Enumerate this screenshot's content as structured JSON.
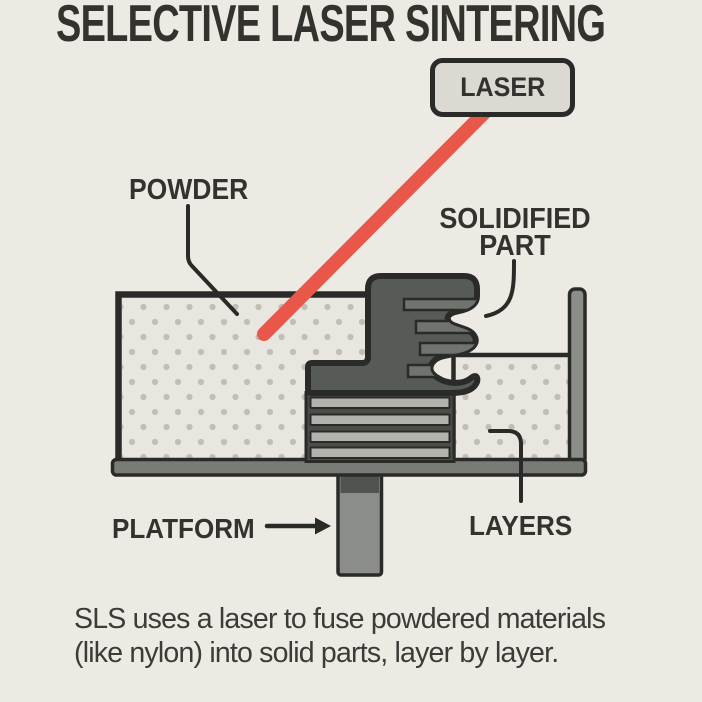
{
  "title": "SELECTIVE LASER SINTERING",
  "labels": {
    "laser": "LASER",
    "powder": "POWDER",
    "solidified_line1": "SOLIDIFIED",
    "solidified_line2": "PART",
    "layers": "LAYERS",
    "platform": "PLATFORM"
  },
  "caption": {
    "line1": "SLS uses a laser to fuse powdered materials",
    "line2": "(like nylon) into solid parts, layer by layer."
  },
  "colors": {
    "background": "#edeae4",
    "ink": "#2a2a28",
    "text": "#32322f",
    "caption_text": "#3b3b38",
    "laser_red": "#e8574a",
    "laser_box_fill": "#dcd9d3",
    "powder_fill": "#e9e6e0",
    "powder_dot": "#c1beb6",
    "part_dark": "#565b56",
    "part_band": "#6f746f",
    "machine_gray": "#8a8d88",
    "stem_top": "#4f544f",
    "base_gray": "#787b76",
    "layer_band": "#b2b2ad",
    "layer_gap": "#4a4d48"
  }
}
